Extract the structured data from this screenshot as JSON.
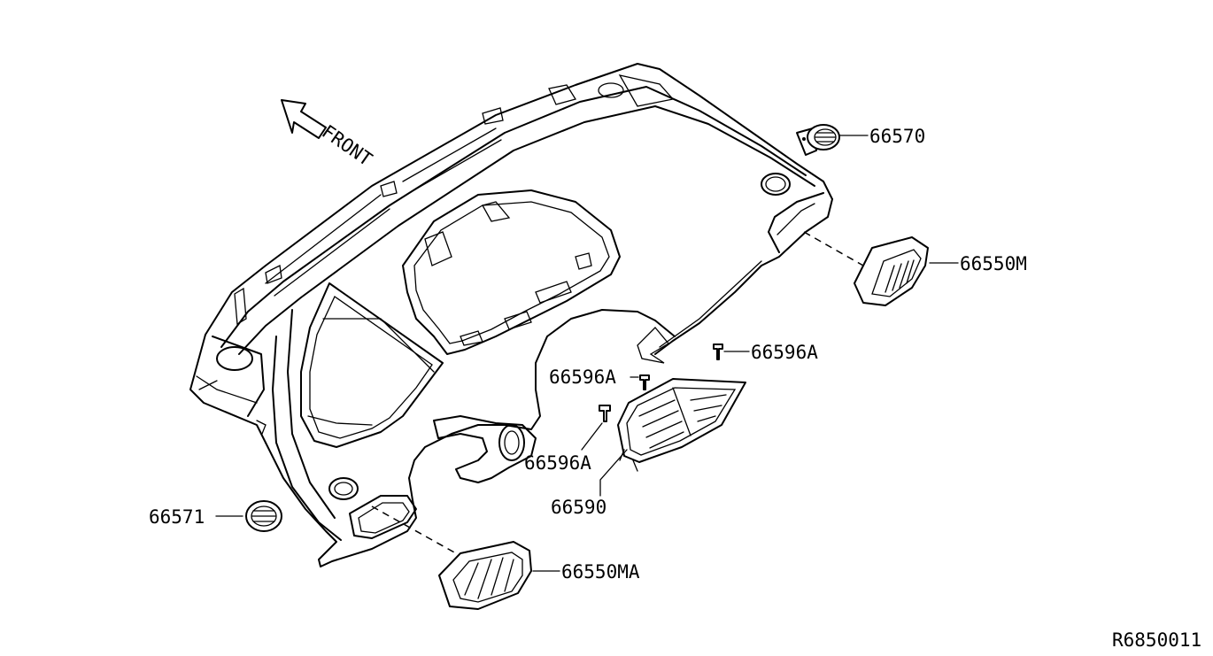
{
  "diagram": {
    "front_label": "FRONT",
    "drawing_number": "R6850011",
    "parts": [
      {
        "id": "p-66570",
        "label": "66570"
      },
      {
        "id": "p-66550M",
        "label": "66550M"
      },
      {
        "id": "p-66596A-1",
        "label": "66596A"
      },
      {
        "id": "p-66596A-2",
        "label": "66596A"
      },
      {
        "id": "p-66596A-3",
        "label": "66596A"
      },
      {
        "id": "p-66590",
        "label": "66590"
      },
      {
        "id": "p-66571",
        "label": "66571"
      },
      {
        "id": "p-66550MA",
        "label": "66550MA"
      }
    ]
  }
}
